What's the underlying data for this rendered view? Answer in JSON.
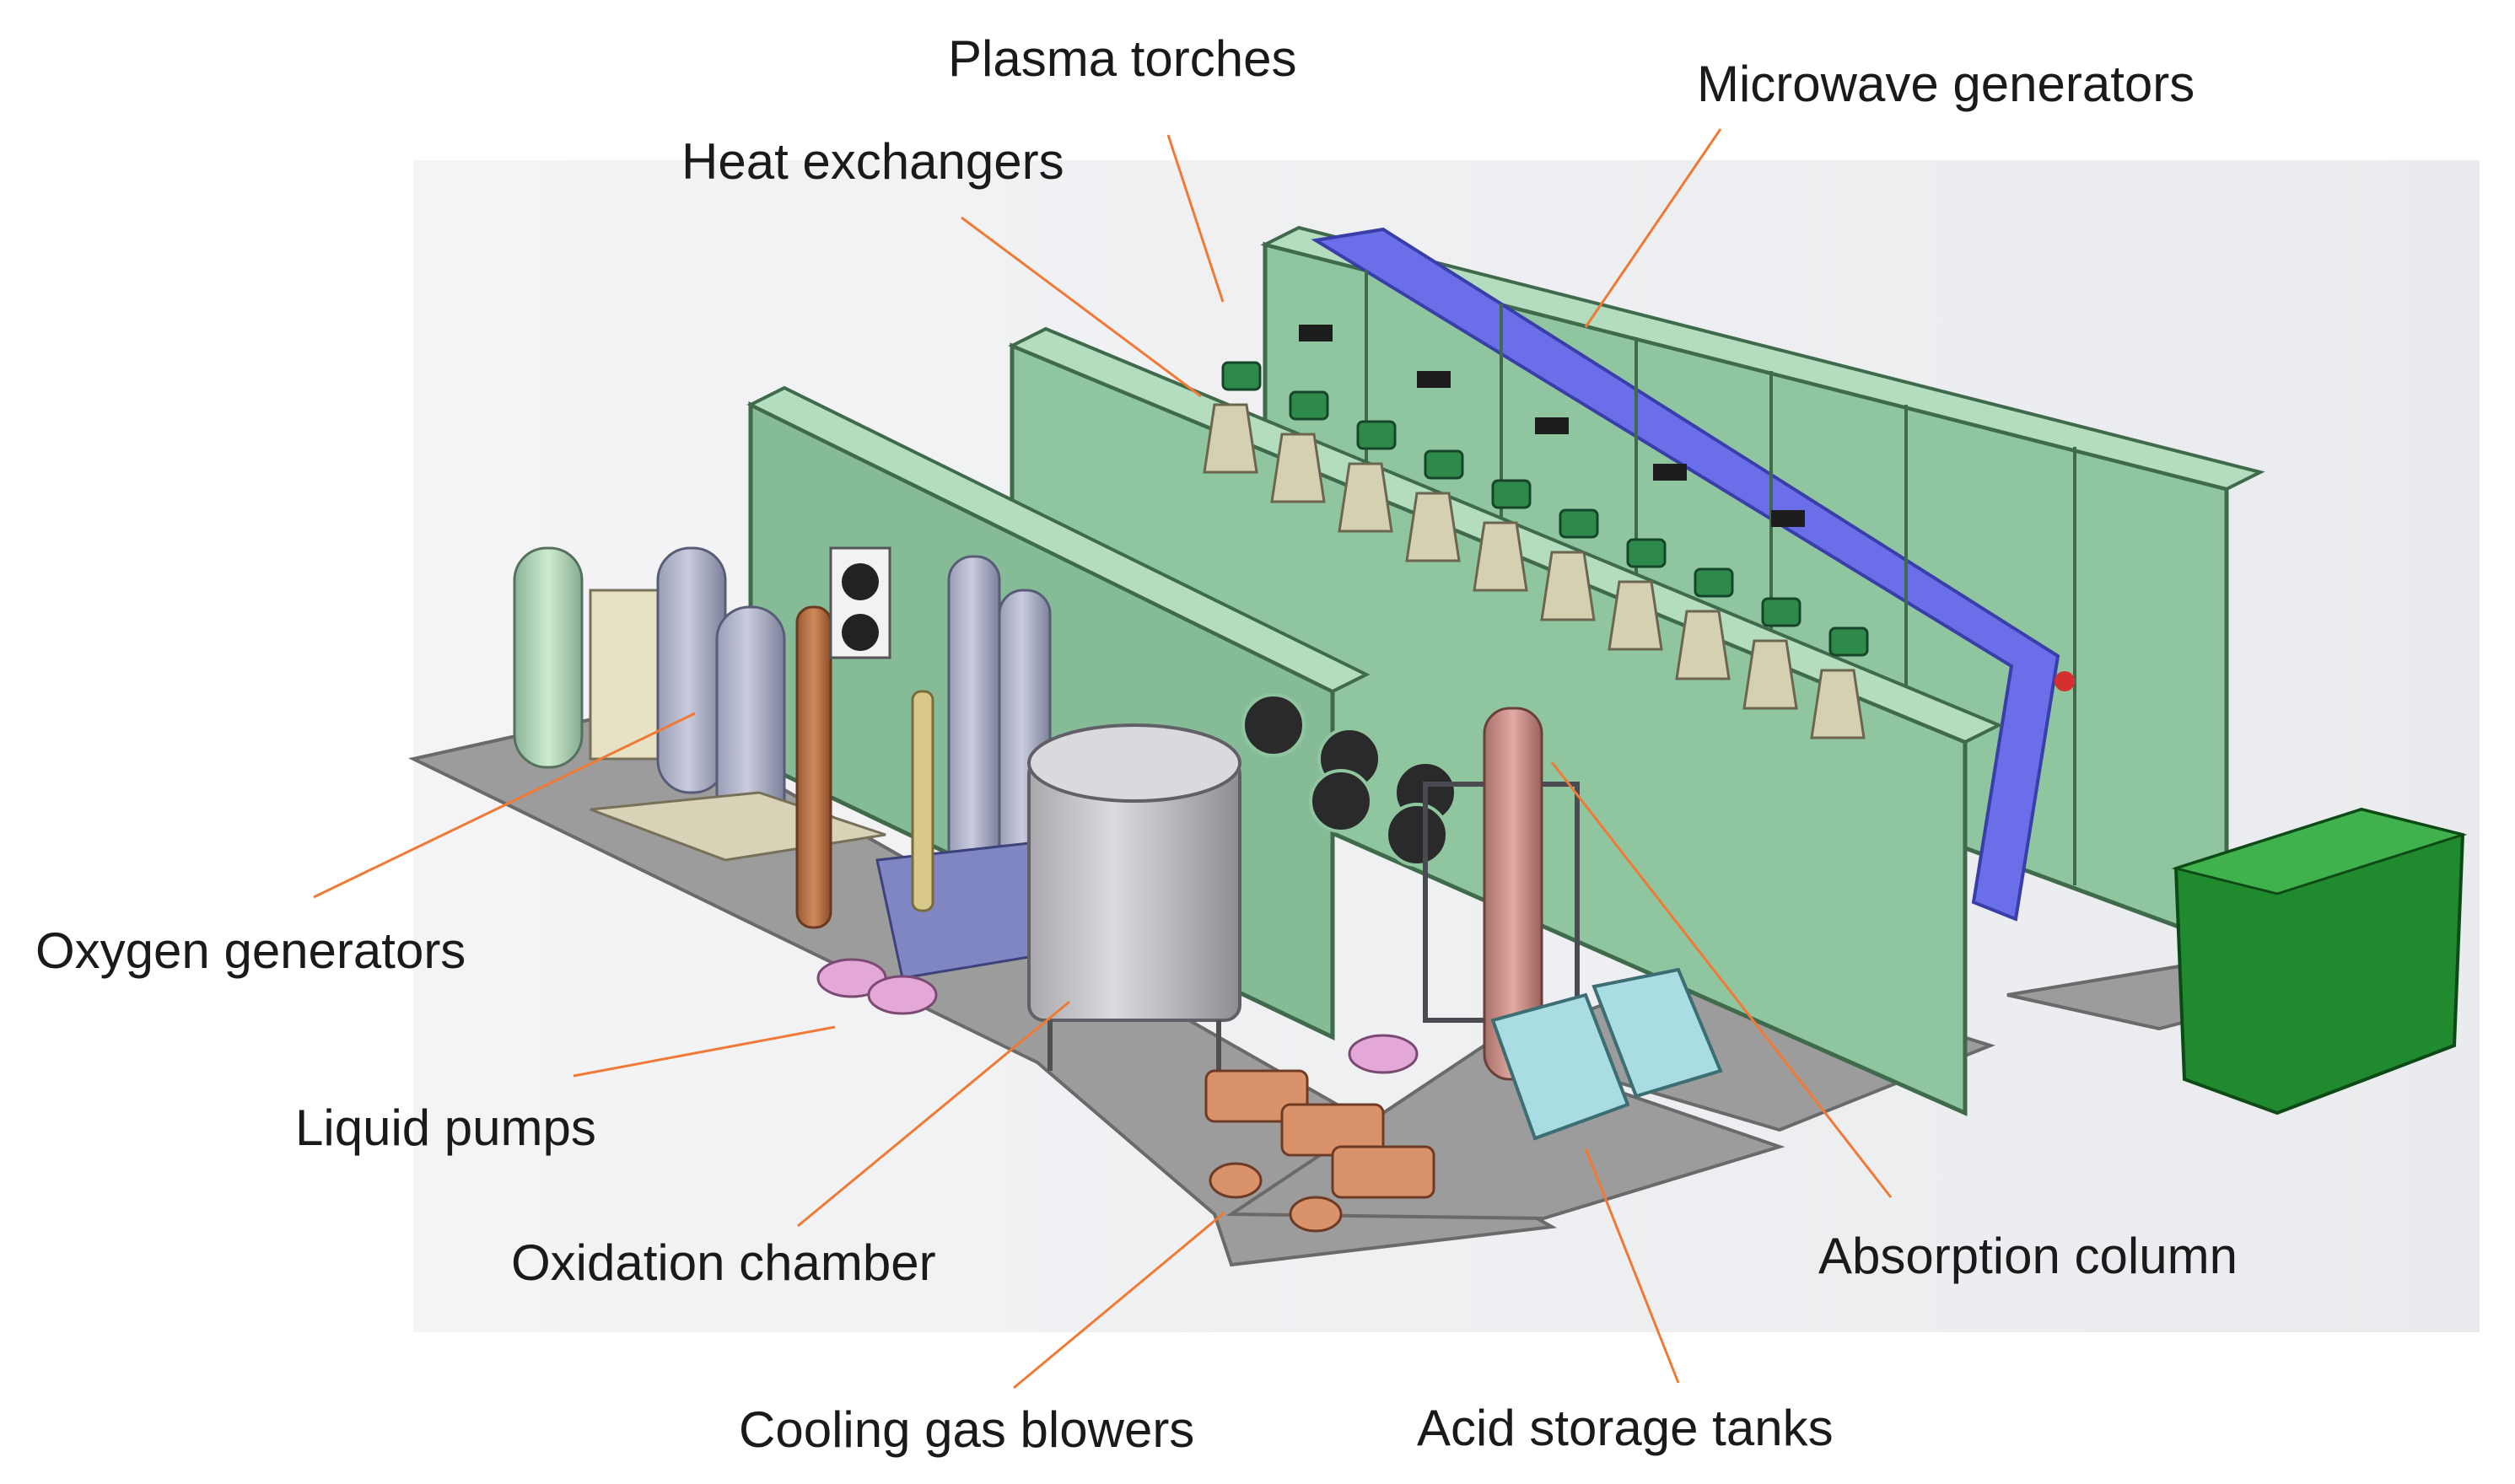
{
  "labels": {
    "plasma_torches": "Plasma torches",
    "microwave_generators": "Microwave generators",
    "heat_exchangers": "Heat exchangers",
    "oxygen_generators": "Oxygen generators",
    "liquid_pumps": "Liquid pumps",
    "oxidation_chamber": "Oxidation chamber",
    "cooling_gas_blowers": "Cooling gas blowers",
    "acid_storage_tanks": "Acid storage tanks",
    "absorption_column": "Absorption column"
  },
  "colors": {
    "leader_line": "#f07a35",
    "container_green": "#8fc6a0",
    "container_dark": "#3f6a4c",
    "microwave_panel": "#6a6ee8",
    "floor_slab": "#9a9a9a",
    "cabinet_green": "#1f8a2e",
    "background_panel": "#f1f2f4"
  }
}
